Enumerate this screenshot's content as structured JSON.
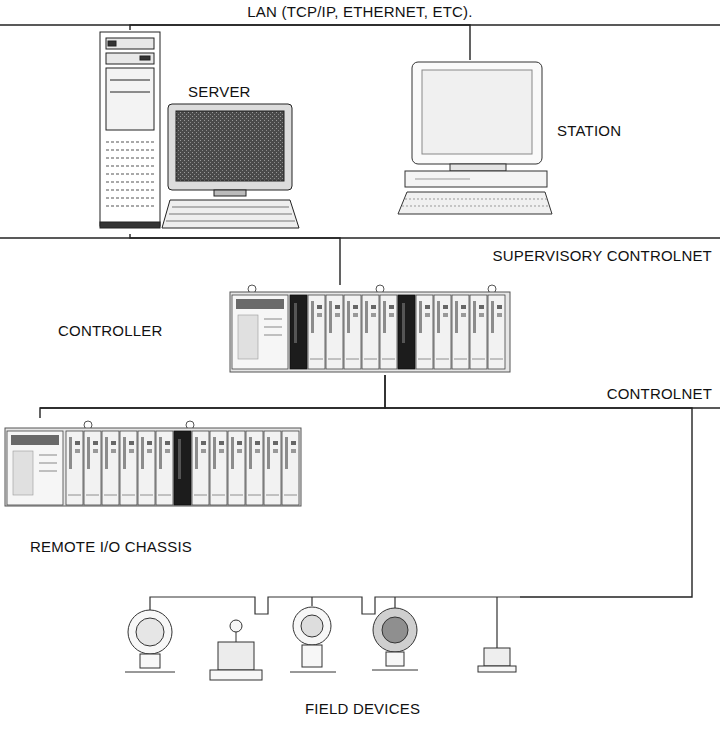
{
  "diagram": {
    "nodes": [
      {
        "text": [
          "SERVER"
        ]
      },
      {
        "text": [
          "STATION"
        ]
      },
      {
        "text": [
          "CONTROLLER"
        ]
      },
      {
        "text": [
          "REMOTE I/O CHASSIS"
        ]
      },
      {
        "text": [
          "FIELD DEVICES"
        ]
      }
    ],
    "edges": [
      {
        "from": 0,
        "to": 1,
        "arrow": "none"
      },
      {
        "from": 0,
        "to": 2,
        "arrow": "none"
      },
      {
        "from": 2,
        "to": 3,
        "arrow": "none"
      },
      {
        "from": 2,
        "to": 4,
        "arrow": "none"
      }
    ],
    "labels": [
      "LAN (TCP/IP, ETHERNET, ETC).",
      "SUPERVISORY CONTROLNET",
      "CONTROLNET"
    ]
  }
}
